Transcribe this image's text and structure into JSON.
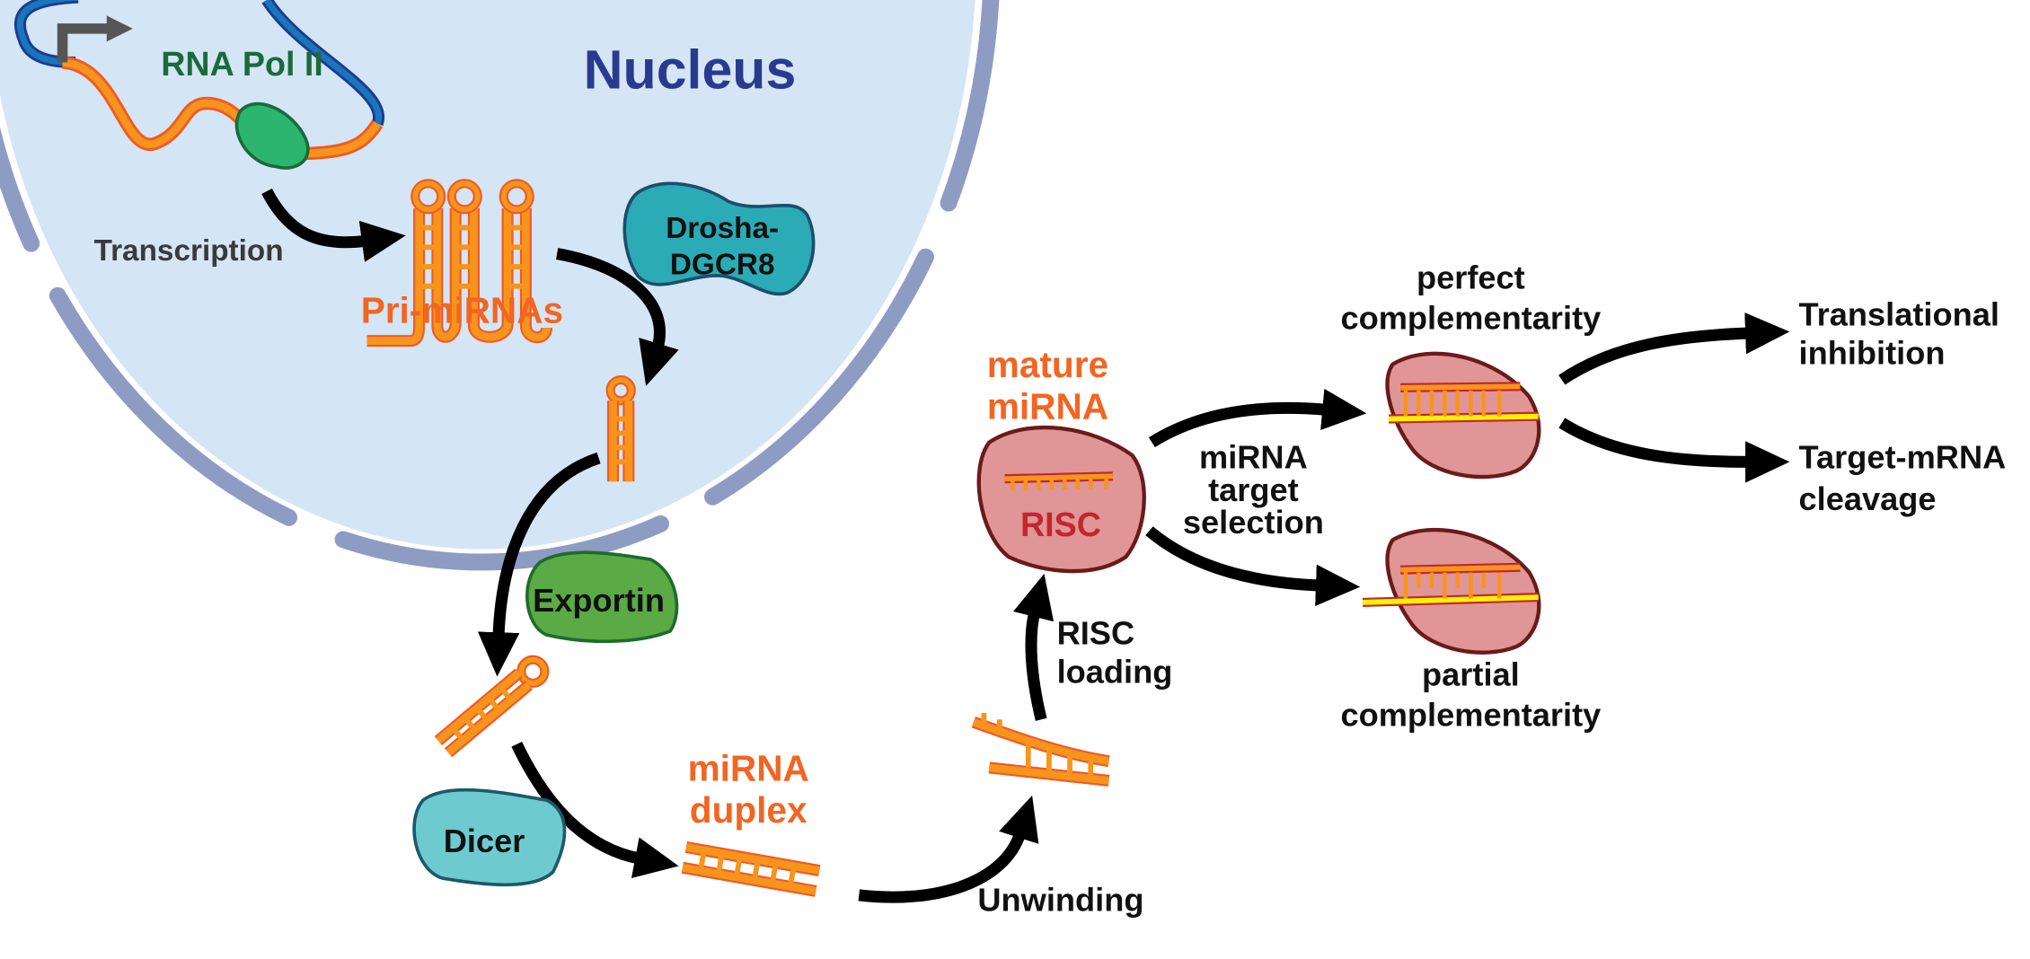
{
  "labels": {
    "nucleus": "Nucleus",
    "rna_pol_ii": "RNA Pol II",
    "transcription": "Transcription",
    "pri_mirnas": "Pri-miRNAs",
    "drosha_line1": "Drosha-",
    "drosha_line2": "DGCR8",
    "exportin": "Exportin",
    "dicer": "Dicer",
    "duplex_line1": "miRNA",
    "duplex_line2": "duplex",
    "unwinding": "Unwinding",
    "risc_loading_line1": "RISC",
    "risc_loading_line2": "loading",
    "mature_line1": "mature",
    "mature_line2": "miRNA",
    "risc": "RISC",
    "target_sel_line1": "miRNA",
    "target_sel_line2": "target",
    "target_sel_line3": "selection",
    "perfect_line1": "perfect",
    "perfect_line2": "complementarity",
    "partial_line1": "partial",
    "partial_line2": "complementarity",
    "translational_line1": "Translational",
    "translational_line2": "inhibition",
    "cleavage_line1": "Target-mRNA",
    "cleavage_line2": "cleavage"
  },
  "colors": {
    "nucleus_fill": "#d4e5f5",
    "membrane": "#8e9cc4",
    "nucleus_text": "#2b3a8f",
    "rna_orange": "#f7941d",
    "label_orange": "#f26522",
    "pol_green": "#2cb56f",
    "drosha_teal": "#2aabb5",
    "exportin_green": "#5aab45",
    "dicer_cyan": "#6dcbd0",
    "risc_pink": "#e09596",
    "risc_red": "#c1272d"
  }
}
